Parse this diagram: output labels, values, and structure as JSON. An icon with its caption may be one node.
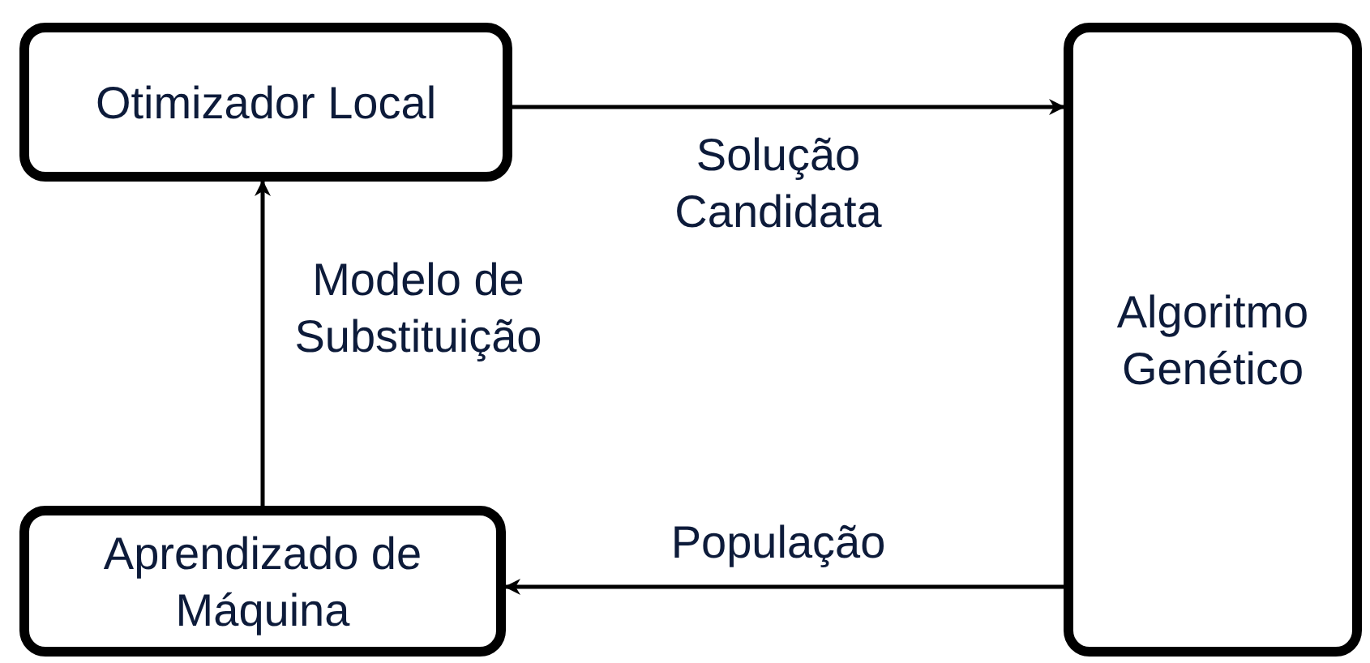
{
  "diagram": {
    "nodes": [
      {
        "text": [
          "Otimizador Local"
        ]
      },
      {
        "text": [
          "Algoritmo Genético"
        ]
      },
      {
        "text": [
          "Aprendizado de Máquina"
        ]
      }
    ],
    "edges": [
      {
        "from": 0,
        "to": 1,
        "arrow": "to",
        "label": "Solução Candidata"
      },
      {
        "from": 1,
        "to": 2,
        "arrow": "to",
        "label": "População"
      },
      {
        "from": 2,
        "to": 0,
        "arrow": "to",
        "label": "Modelo de Substituição"
      }
    ]
  }
}
